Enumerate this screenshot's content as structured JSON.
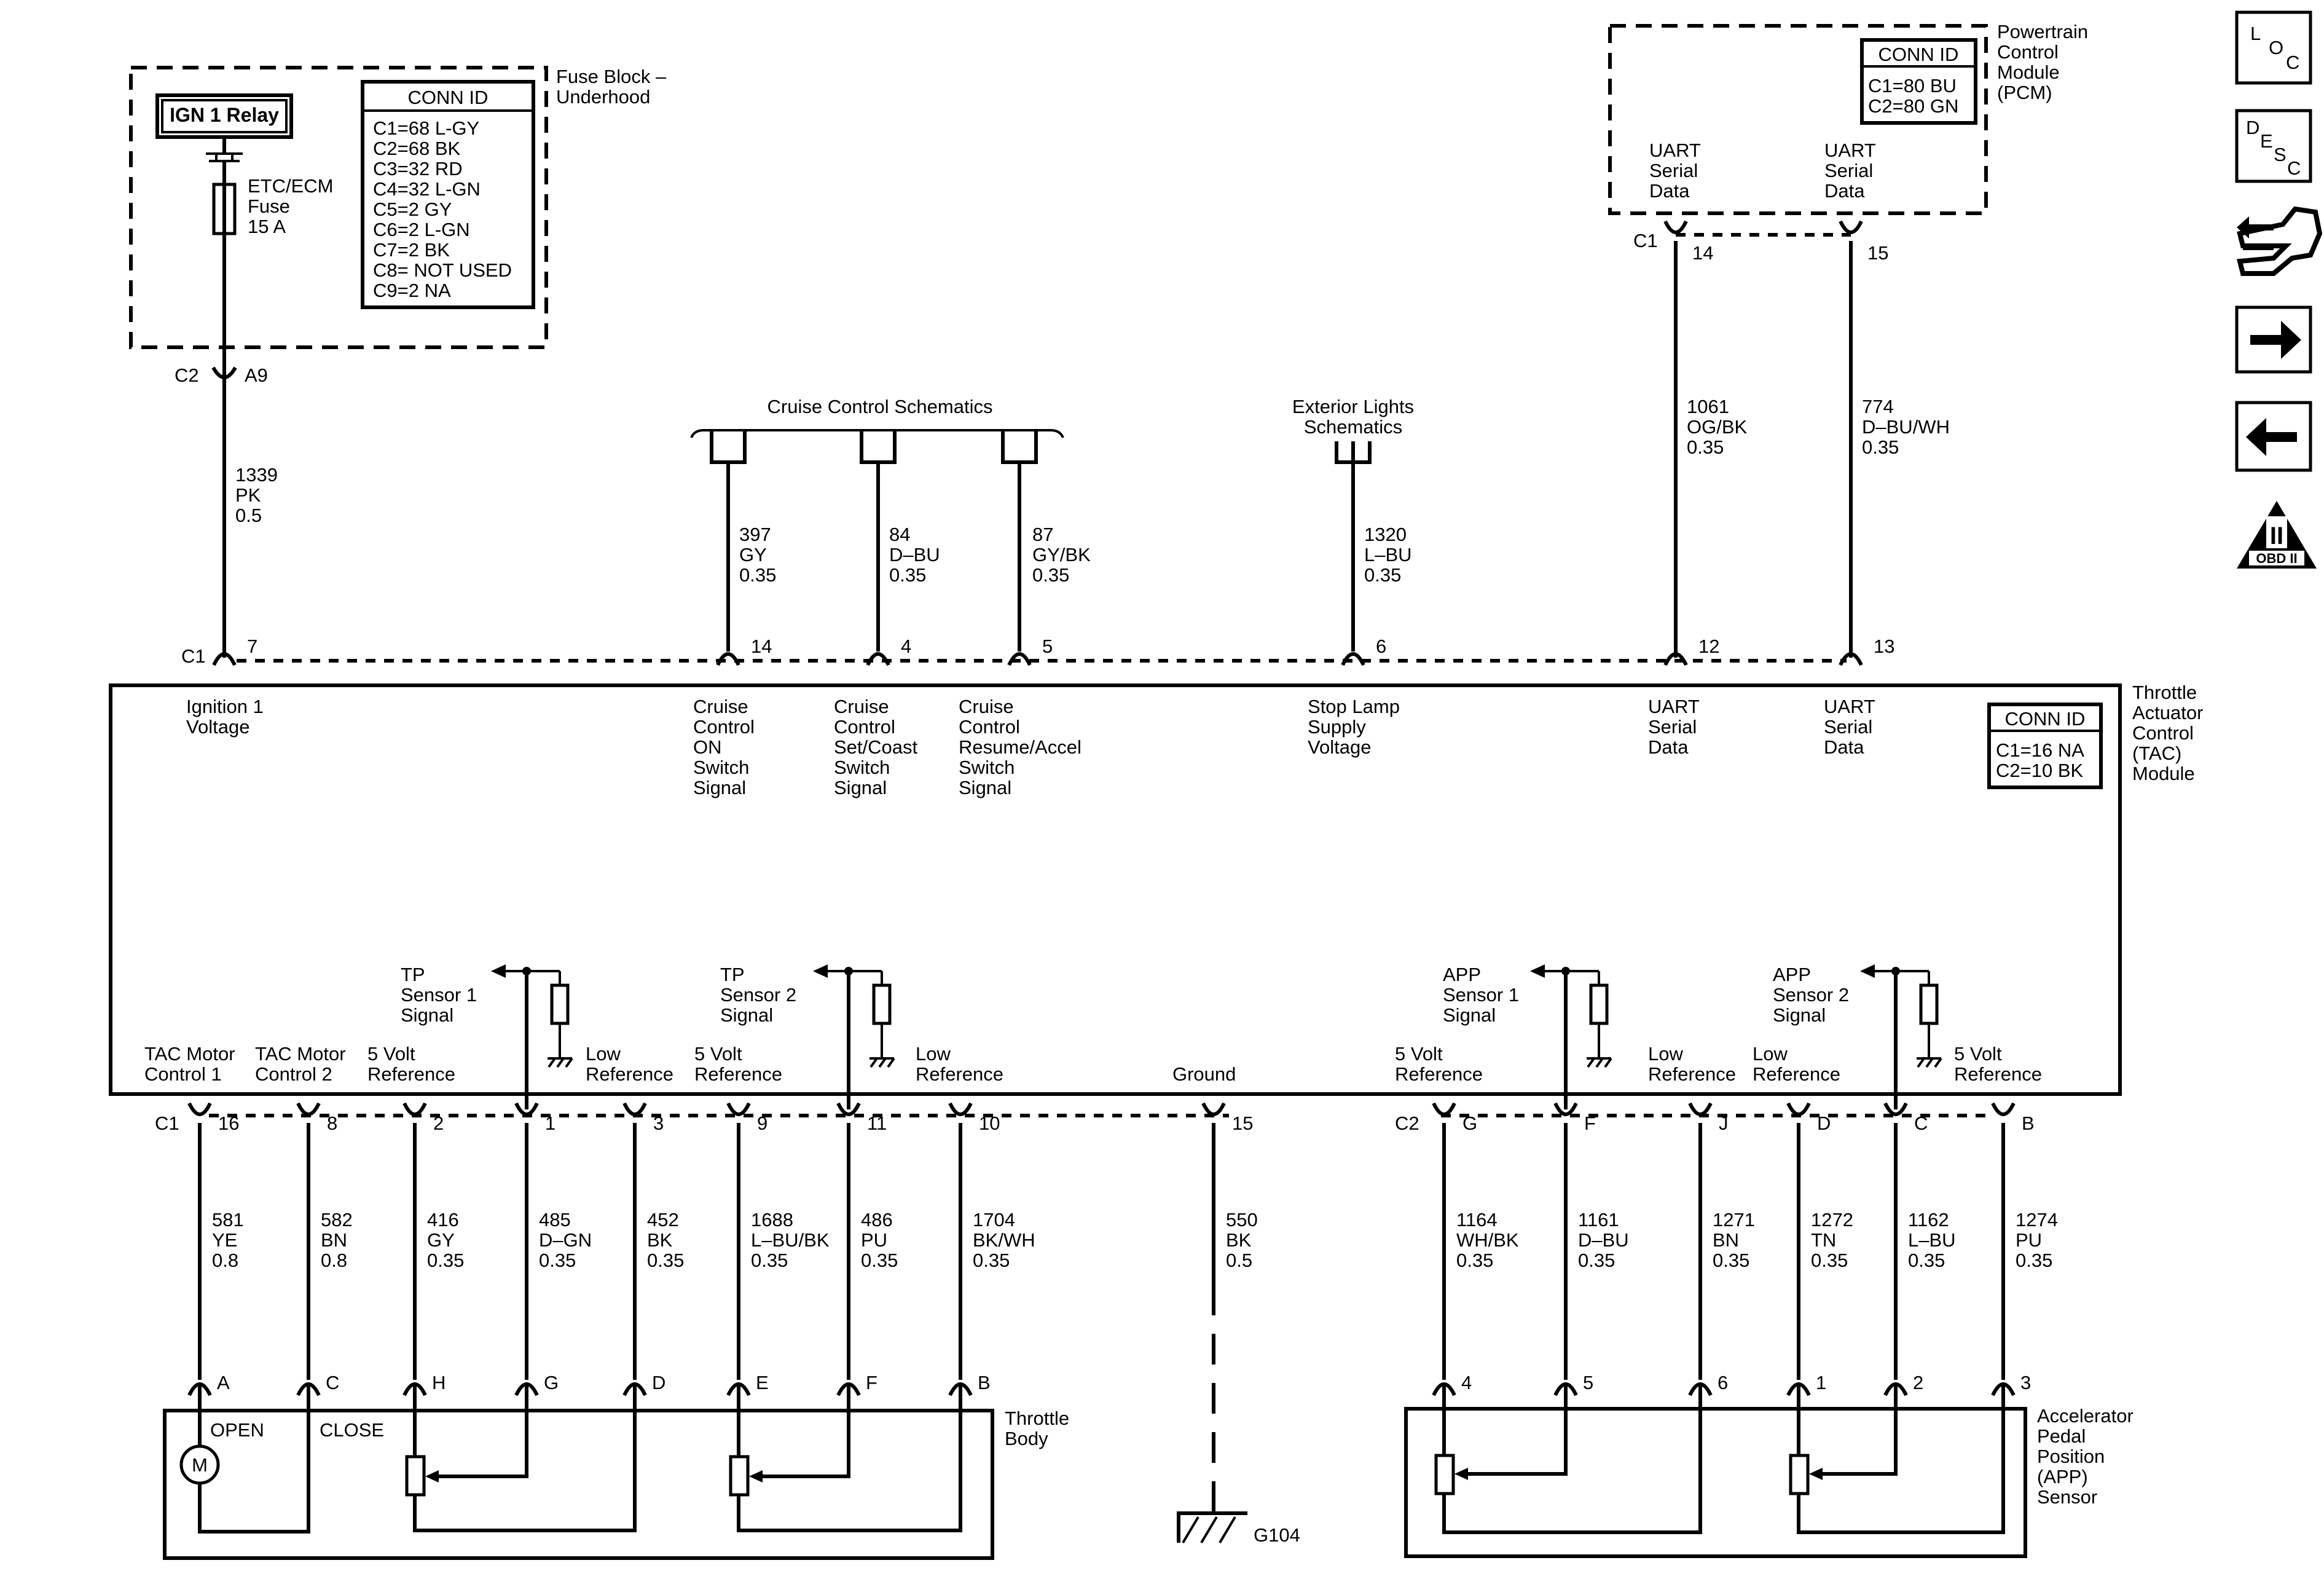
{
  "fuse_block": {
    "title_line1": "Fuse Block –",
    "title_line2": "Underhood",
    "relay_label": "IGN 1 Relay",
    "fuse_name": "ETC/ECM",
    "fuse_word": "Fuse",
    "fuse_rating": "15 A",
    "conn_header": "CONN ID",
    "conn_lines": [
      "C1=68 L-GY",
      "C2=68 BK",
      "C3=32 RD",
      "C4=32 L-GN",
      "C5=2 GY",
      "C6=2 L-GN",
      "C7=2 BK",
      "C8= NOT USED",
      "C9=2 NA"
    ],
    "connector": "C2",
    "pin": "A9"
  },
  "pcm": {
    "title_lines": [
      "Powertrain",
      "Control",
      "Module",
      "(PCM)"
    ],
    "conn_header": "CONN ID",
    "conn_lines": [
      "C1=80 BU",
      "C2=80 GN"
    ],
    "connector": "C1",
    "pins": [
      {
        "pin": "14",
        "label": [
          "UART",
          "Serial",
          "Data"
        ]
      },
      {
        "pin": "15",
        "label": [
          "UART",
          "Serial",
          "Data"
        ]
      }
    ]
  },
  "references": {
    "cruise": "Cruise Control Schematics",
    "exterior": [
      "Exterior Lights",
      "Schematics"
    ]
  },
  "upper_wires": [
    {
      "circuit": "1339",
      "color": "PK",
      "gauge": "0.5"
    },
    {
      "circuit": "397",
      "color": "GY",
      "gauge": "0.35"
    },
    {
      "circuit": "84",
      "color": "D–BU",
      "gauge": "0.35"
    },
    {
      "circuit": "87",
      "color": "GY/BK",
      "gauge": "0.35"
    },
    {
      "circuit": "1320",
      "color": "L–BU",
      "gauge": "0.35"
    },
    {
      "circuit": "1061",
      "color": "OG/BK",
      "gauge": "0.35"
    },
    {
      "circuit": "774",
      "color": "D–BU/WH",
      "gauge": "0.35"
    }
  ],
  "tac_module": {
    "title_lines": [
      "Throttle",
      "Actuator",
      "Control",
      "(TAC)",
      "Module"
    ],
    "conn_header": "CONN ID",
    "conn_lines": [
      "C1=16 NA",
      "C2=10 BK"
    ],
    "top_connector": "C1",
    "top_pins": [
      {
        "pin": "7",
        "label": [
          "Ignition 1",
          "Voltage"
        ]
      },
      {
        "pin": "14",
        "label": [
          "Cruise",
          "Control",
          "ON",
          "Switch",
          "Signal"
        ]
      },
      {
        "pin": "4",
        "label": [
          "Cruise",
          "Control",
          "Set/Coast",
          "Switch",
          "Signal"
        ]
      },
      {
        "pin": "5",
        "label": [
          "Cruise",
          "Control",
          "Resume/Accel",
          "Switch",
          "Signal"
        ]
      },
      {
        "pin": "6",
        "label": [
          "Stop Lamp",
          "Supply",
          "Voltage"
        ]
      },
      {
        "pin": "12",
        "label": [
          "UART",
          "Serial",
          "Data"
        ]
      },
      {
        "pin": "13",
        "label": [
          "UART",
          "Serial",
          "Data"
        ]
      }
    ],
    "sensor_labels": [
      [
        "TP",
        "Sensor 1",
        "Signal"
      ],
      [
        "TP",
        "Sensor 2",
        "Signal"
      ],
      [
        "APP",
        "Sensor 1",
        "Signal"
      ],
      [
        "APP",
        "Sensor 2",
        "Signal"
      ]
    ],
    "bottom_connector_c1": "C1",
    "bottom_connector_c2": "C2",
    "bottom_pins": [
      {
        "pin": "16",
        "label": [
          "TAC Motor",
          "Control 1"
        ]
      },
      {
        "pin": "8",
        "label": [
          "TAC Motor",
          "Control 2"
        ]
      },
      {
        "pin": "2",
        "label": [
          "5 Volt",
          "Reference"
        ]
      },
      {
        "pin": "1",
        "label": []
      },
      {
        "pin": "3",
        "label": [
          "Low",
          "Reference"
        ]
      },
      {
        "pin": "9",
        "label": [
          "5 Volt",
          "Reference"
        ]
      },
      {
        "pin": "11",
        "label": []
      },
      {
        "pin": "10",
        "label": [
          "Low",
          "Reference"
        ]
      },
      {
        "pin": "15",
        "label": [
          "Ground"
        ]
      },
      {
        "pin": "G",
        "label": [
          "5 Volt",
          "Reference"
        ]
      },
      {
        "pin": "F",
        "label": []
      },
      {
        "pin": "J",
        "label": [
          "Low",
          "Reference"
        ]
      },
      {
        "pin": "D",
        "label": [
          "Low",
          "Reference"
        ]
      },
      {
        "pin": "C",
        "label": []
      },
      {
        "pin": "B",
        "label": [
          "5 Volt",
          "Reference"
        ]
      }
    ]
  },
  "lower_wires": [
    {
      "circuit": "581",
      "color": "YE",
      "gauge": "0.8"
    },
    {
      "circuit": "582",
      "color": "BN",
      "gauge": "0.8"
    },
    {
      "circuit": "416",
      "color": "GY",
      "gauge": "0.35"
    },
    {
      "circuit": "485",
      "color": "D–GN",
      "gauge": "0.35"
    },
    {
      "circuit": "452",
      "color": "BK",
      "gauge": "0.35"
    },
    {
      "circuit": "1688",
      "color": "L–BU/BK",
      "gauge": "0.35"
    },
    {
      "circuit": "486",
      "color": "PU",
      "gauge": "0.35"
    },
    {
      "circuit": "1704",
      "color": "BK/WH",
      "gauge": "0.35"
    },
    {
      "circuit": "550",
      "color": "BK",
      "gauge": "0.5"
    },
    {
      "circuit": "1164",
      "color": "WH/BK",
      "gauge": "0.35"
    },
    {
      "circuit": "1161",
      "color": "D–BU",
      "gauge": "0.35"
    },
    {
      "circuit": "1271",
      "color": "BN",
      "gauge": "0.35"
    },
    {
      "circuit": "1272",
      "color": "TN",
      "gauge": "0.35"
    },
    {
      "circuit": "1162",
      "color": "L–BU",
      "gauge": "0.35"
    },
    {
      "circuit": "1274",
      "color": "PU",
      "gauge": "0.35"
    }
  ],
  "throttle_body": {
    "title_lines": [
      "Throttle",
      "Body"
    ],
    "pins": [
      "A",
      "C",
      "H",
      "G",
      "D",
      "E",
      "F",
      "B"
    ],
    "open_label": "OPEN",
    "close_label": "CLOSE",
    "motor_label": "M"
  },
  "ground": {
    "label": "G104"
  },
  "app_sensor": {
    "title_lines": [
      "Accelerator",
      "Pedal",
      "Position",
      "(APP)",
      "Sensor"
    ],
    "pins": [
      "4",
      "5",
      "6",
      "1",
      "2",
      "3"
    ]
  },
  "nav": {
    "loc": [
      "L",
      "O",
      "C"
    ],
    "desc": [
      "D",
      "E",
      "S",
      "C"
    ],
    "obd_label": "OBD II",
    "obd_roman": "II"
  },
  "icons": [
    "loc-icon",
    "desc-icon",
    "connector-end-view-icon",
    "next-page-arrow-icon",
    "previous-page-arrow-icon",
    "obd-ii-icon"
  ]
}
